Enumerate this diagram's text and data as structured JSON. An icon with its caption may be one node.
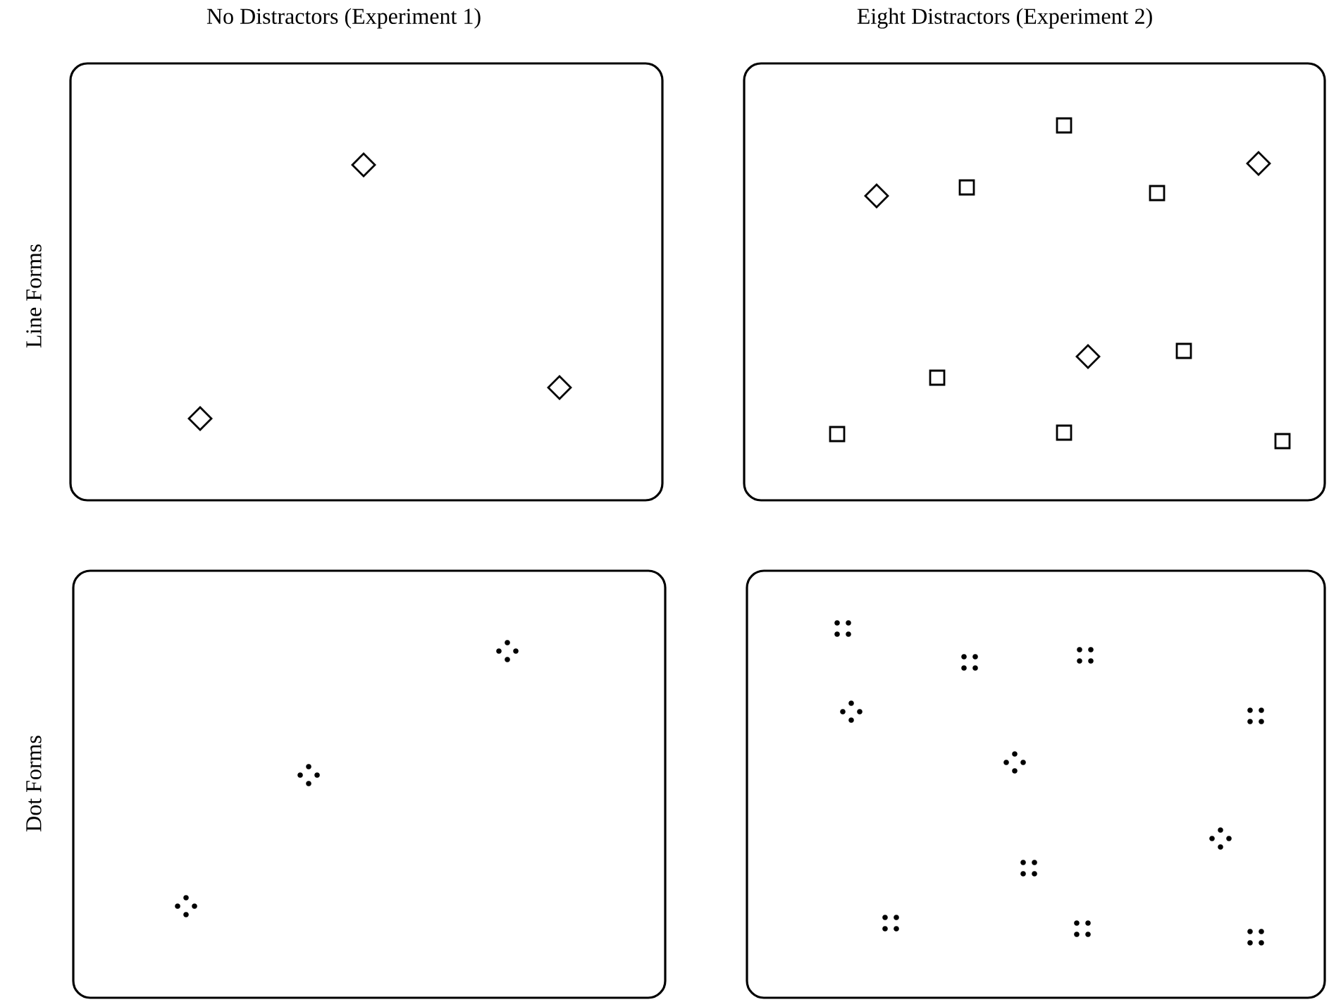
{
  "diagram": {
    "labels": [
      "No Distractors (Experiment 1)",
      "Eight Distractors (Experiment 2)",
      "Line Forms",
      "Dot Forms"
    ]
  }
}
